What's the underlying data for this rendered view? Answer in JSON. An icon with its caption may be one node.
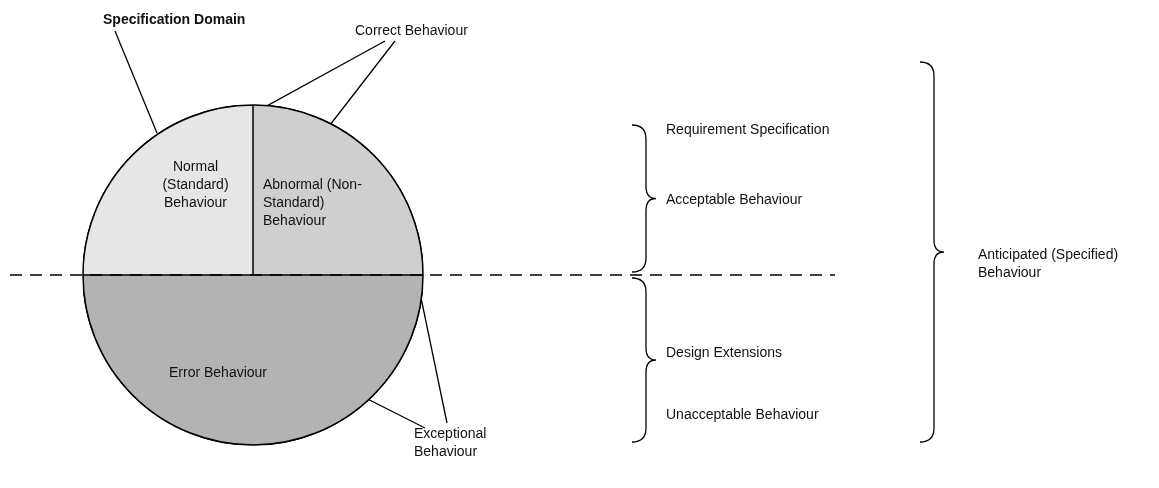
{
  "diagram": {
    "nodes": [
      {
        "text": [
          "Specification Domain"
        ]
      },
      {
        "text": [],
        "shape": "circle"
      },
      {
        "text": [
          "Normal (Standard) Behaviour"
        ],
        "in": 1
      },
      {
        "text": [
          "Abnormal (Non-Standard) Behaviour"
        ],
        "in": 1
      },
      {
        "text": [
          "Error Behaviour"
        ],
        "in": 1
      },
      {
        "text": [
          "Correct Behaviour"
        ]
      },
      {
        "text": [
          "Exceptional Behaviour"
        ]
      }
    ],
    "edges": [
      {
        "from": 0,
        "to": 1,
        "arrow": "none"
      },
      {
        "from": 5,
        "to": 2,
        "arrow": "none"
      },
      {
        "from": 5,
        "to": 3,
        "arrow": "none"
      },
      {
        "from": 6,
        "to": 3,
        "arrow": "none"
      },
      {
        "from": 6,
        "to": 4,
        "arrow": "none"
      }
    ],
    "labels": [
      "Requirement Specification",
      "Acceptable Behaviour",
      "Design Extensions",
      "Unacceptable Behaviour",
      "Anticipated (Specified) Behaviour"
    ]
  }
}
